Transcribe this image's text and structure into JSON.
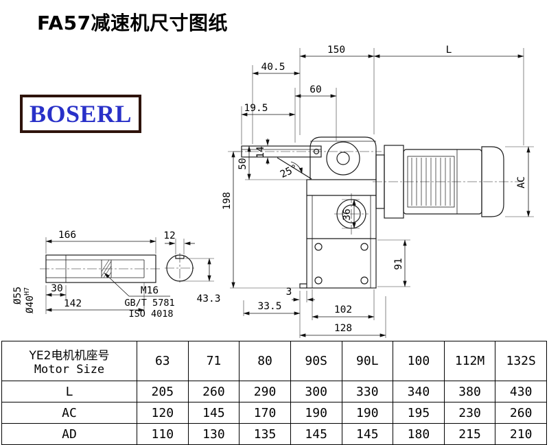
{
  "page": {
    "title": "FA57减速机尺寸图纸",
    "logo_text": "BOSERL"
  },
  "dims": {
    "top_width": "150",
    "motor_length": "L",
    "d405": "40.5",
    "d60": "60",
    "d195": "19.5",
    "d14": "14",
    "d50": "50",
    "angle": "25°",
    "d198": "198",
    "ac": "AC",
    "d36": "36",
    "d91": "91",
    "d3": "3",
    "d335": "33.5",
    "d102": "102",
    "d128": "128",
    "d166": "166",
    "d12": "12",
    "d30": "30",
    "d142": "142",
    "dia55": "Ø55",
    "dia40": "Ø40",
    "dia40_tol": "H7",
    "d433": "43.3",
    "thread": "M16",
    "std_gb": "GB/T 5781",
    "std_iso": "ISO 4018"
  },
  "table": {
    "header_line1": "YE2电机机座号",
    "header_line2": "Motor Size",
    "sizes": [
      "63",
      "71",
      "80",
      "90S",
      "90L",
      "100",
      "112M",
      "132S"
    ],
    "rows": [
      {
        "label": "L",
        "values": [
          "205",
          "260",
          "290",
          "300",
          "330",
          "340",
          "380",
          "430"
        ]
      },
      {
        "label": "AC",
        "values": [
          "120",
          "145",
          "170",
          "190",
          "190",
          "195",
          "230",
          "260"
        ]
      },
      {
        "label": "AD",
        "values": [
          "110",
          "130",
          "135",
          "145",
          "145",
          "180",
          "215",
          "210"
        ]
      }
    ]
  }
}
